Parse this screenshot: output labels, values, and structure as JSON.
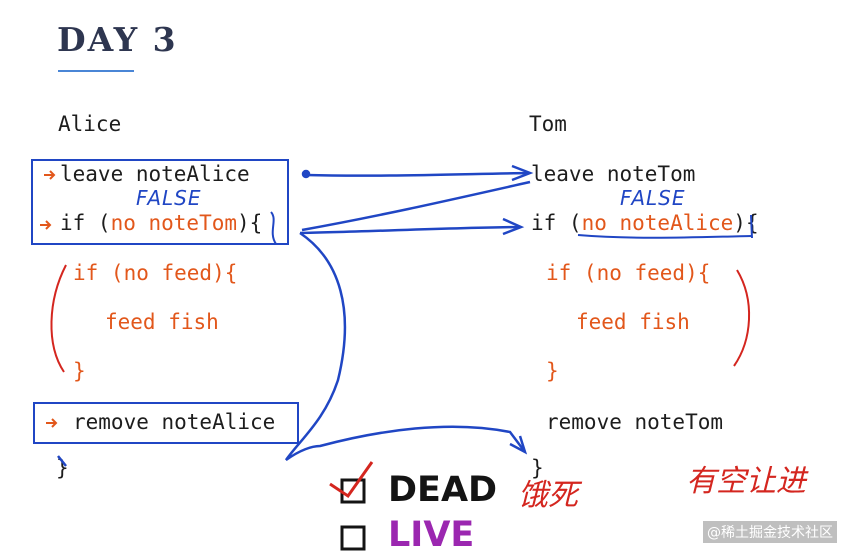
{
  "slide": {
    "title": "DAY 3",
    "watermark": "@稀土掘金技术社区"
  },
  "alice": {
    "name": "Alice",
    "leave": "leave noteAlice",
    "if_prefix": "if (",
    "if_cond": "no noteTom",
    "if_suffix": "){",
    "inner_if": "if (no feed){",
    "feed": "feed fish",
    "inner_close": "}",
    "remove": "remove noteAlice",
    "close": "}"
  },
  "tom": {
    "name": "Tom",
    "leave": "leave noteTom",
    "if_prefix": "if (",
    "if_cond": "no noteAlice",
    "if_suffix": "){",
    "inner_if": "if (no feed){",
    "feed": "feed fish",
    "inner_close": "}",
    "remove": "remove noteTom",
    "close": "}"
  },
  "annotations": {
    "false_alice": "FALSE",
    "false_tom": "FALSE",
    "dead_note": "饿死",
    "deadlock_note": "有空让进"
  },
  "options": {
    "dead": "DEAD",
    "live": "LIVE"
  },
  "colors": {
    "code": "#1d1d1d",
    "branch": "#e2571b",
    "ink_blue": "#2046c4",
    "ink_red": "#d4261f",
    "live": "#9b27b0"
  }
}
